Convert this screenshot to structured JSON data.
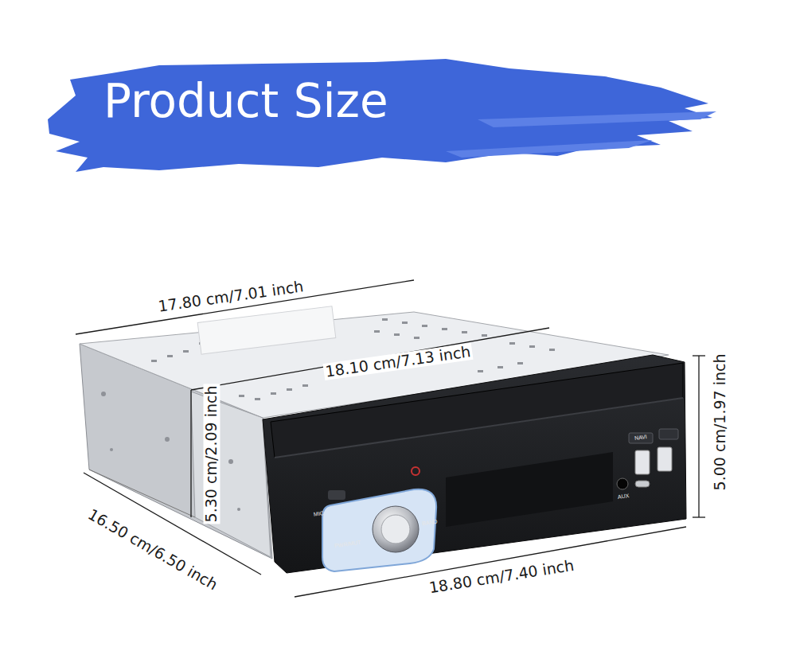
{
  "diagram": {
    "title": "Product Size",
    "labels": [
      "17.80 cm/7.01 inch",
      "18.10 cm/7.13 inch",
      "5.30 cm/2.09 inch",
      "16.50 cm/6.50 inch",
      "18.80 cm/7.40 inch",
      "5.00 cm/1.97 inch",
      "NAVI",
      "AUX",
      "MIC",
      "PWR/MUT",
      "BAND"
    ]
  }
}
